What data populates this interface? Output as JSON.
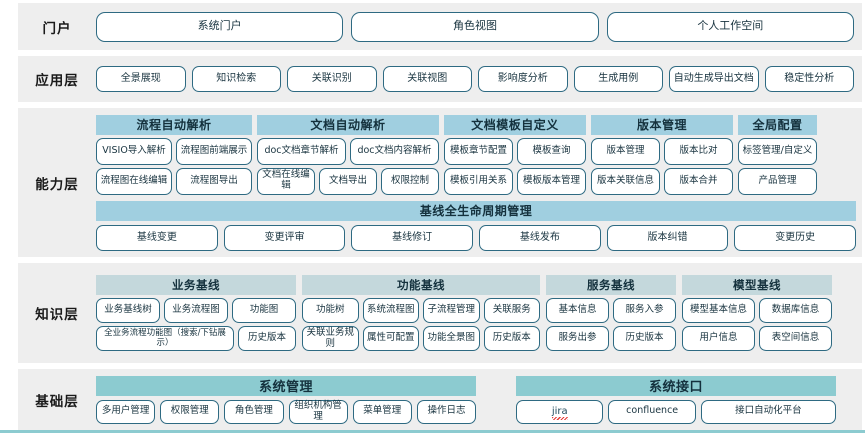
{
  "colors": {
    "row_bg": "#eeeeee",
    "band_blue": "#a0cfe0",
    "band_soft": "#c4d8dc",
    "band_teal": "#8ccbd0",
    "pill_border": "#2e6a82",
    "text": "#18333f"
  },
  "layers": [
    {
      "id": "portal",
      "label": "门户",
      "items": [
        "系统门户",
        "角色视图",
        "个人工作空间"
      ]
    },
    {
      "id": "application",
      "label": "应用层",
      "items": [
        "全景展现",
        "知识检索",
        "关联识别",
        "关联视图",
        "影响度分析",
        "生成用例",
        "自动生成导出文档",
        "稳定性分析"
      ]
    },
    {
      "id": "capability",
      "label": "能力层",
      "groups": [
        {
          "title": "流程自动解析",
          "rows": [
            [
              "VISIO导入解析",
              "流程图前端展示"
            ],
            [
              "流程图在线编辑",
              "流程图导出"
            ]
          ]
        },
        {
          "title": "文档自动解析",
          "rows": [
            [
              "doc文档章节解析",
              "doc文档内容解析"
            ],
            [
              "文档在线编辑",
              "文档导出",
              "权限控制"
            ]
          ]
        },
        {
          "title": "文档模板自定义",
          "rows": [
            [
              "模板章节配置",
              "模板查询"
            ],
            [
              "模板引用关系",
              "模板版本管理"
            ]
          ]
        },
        {
          "title": "版本管理",
          "rows": [
            [
              "版本管理",
              "版本比对"
            ],
            [
              "版本关联信息",
              "版本合并"
            ]
          ]
        },
        {
          "title": "全局配置",
          "rows": [
            [
              "标签管理/自定义"
            ],
            [
              "产品管理"
            ]
          ]
        }
      ],
      "baseline": {
        "title": "基线全生命周期管理",
        "items": [
          "基线变更",
          "变更评审",
          "基线修订",
          "基线发布",
          "版本纠错",
          "变更历史"
        ]
      }
    },
    {
      "id": "knowledge",
      "label": "知识层",
      "groups": [
        {
          "title": "业务基线",
          "rows": [
            [
              "业务基线树",
              "业务流程图",
              "功能图"
            ],
            [
              "全业务流程功能图（搜索/下钻展示）",
              "历史版本"
            ]
          ]
        },
        {
          "title": "功能基线",
          "rows": [
            [
              "功能树",
              "系统流程图",
              "子流程管理",
              "关联服务"
            ],
            [
              "关联业务规则",
              "属性可配置",
              "功能全景图",
              "历史版本"
            ]
          ]
        },
        {
          "title": "服务基线",
          "rows": [
            [
              "基本信息",
              "服务入参"
            ],
            [
              "服务出参",
              "历史版本"
            ]
          ]
        },
        {
          "title": "模型基线",
          "rows": [
            [
              "模型基本信息",
              "数据库信息"
            ],
            [
              "用户信息",
              "表空间信息"
            ]
          ]
        }
      ]
    },
    {
      "id": "foundation",
      "label": "基础层",
      "groups": [
        {
          "title": "系统管理",
          "rows": [
            [
              "多用户管理",
              "权限管理",
              "角色管理",
              "组织机构管理",
              "菜单管理",
              "操作日志"
            ]
          ]
        },
        {
          "title": "系统接口",
          "rows": [
            [
              "jira",
              "confluence",
              "接口自动化平台"
            ]
          ]
        }
      ]
    }
  ]
}
